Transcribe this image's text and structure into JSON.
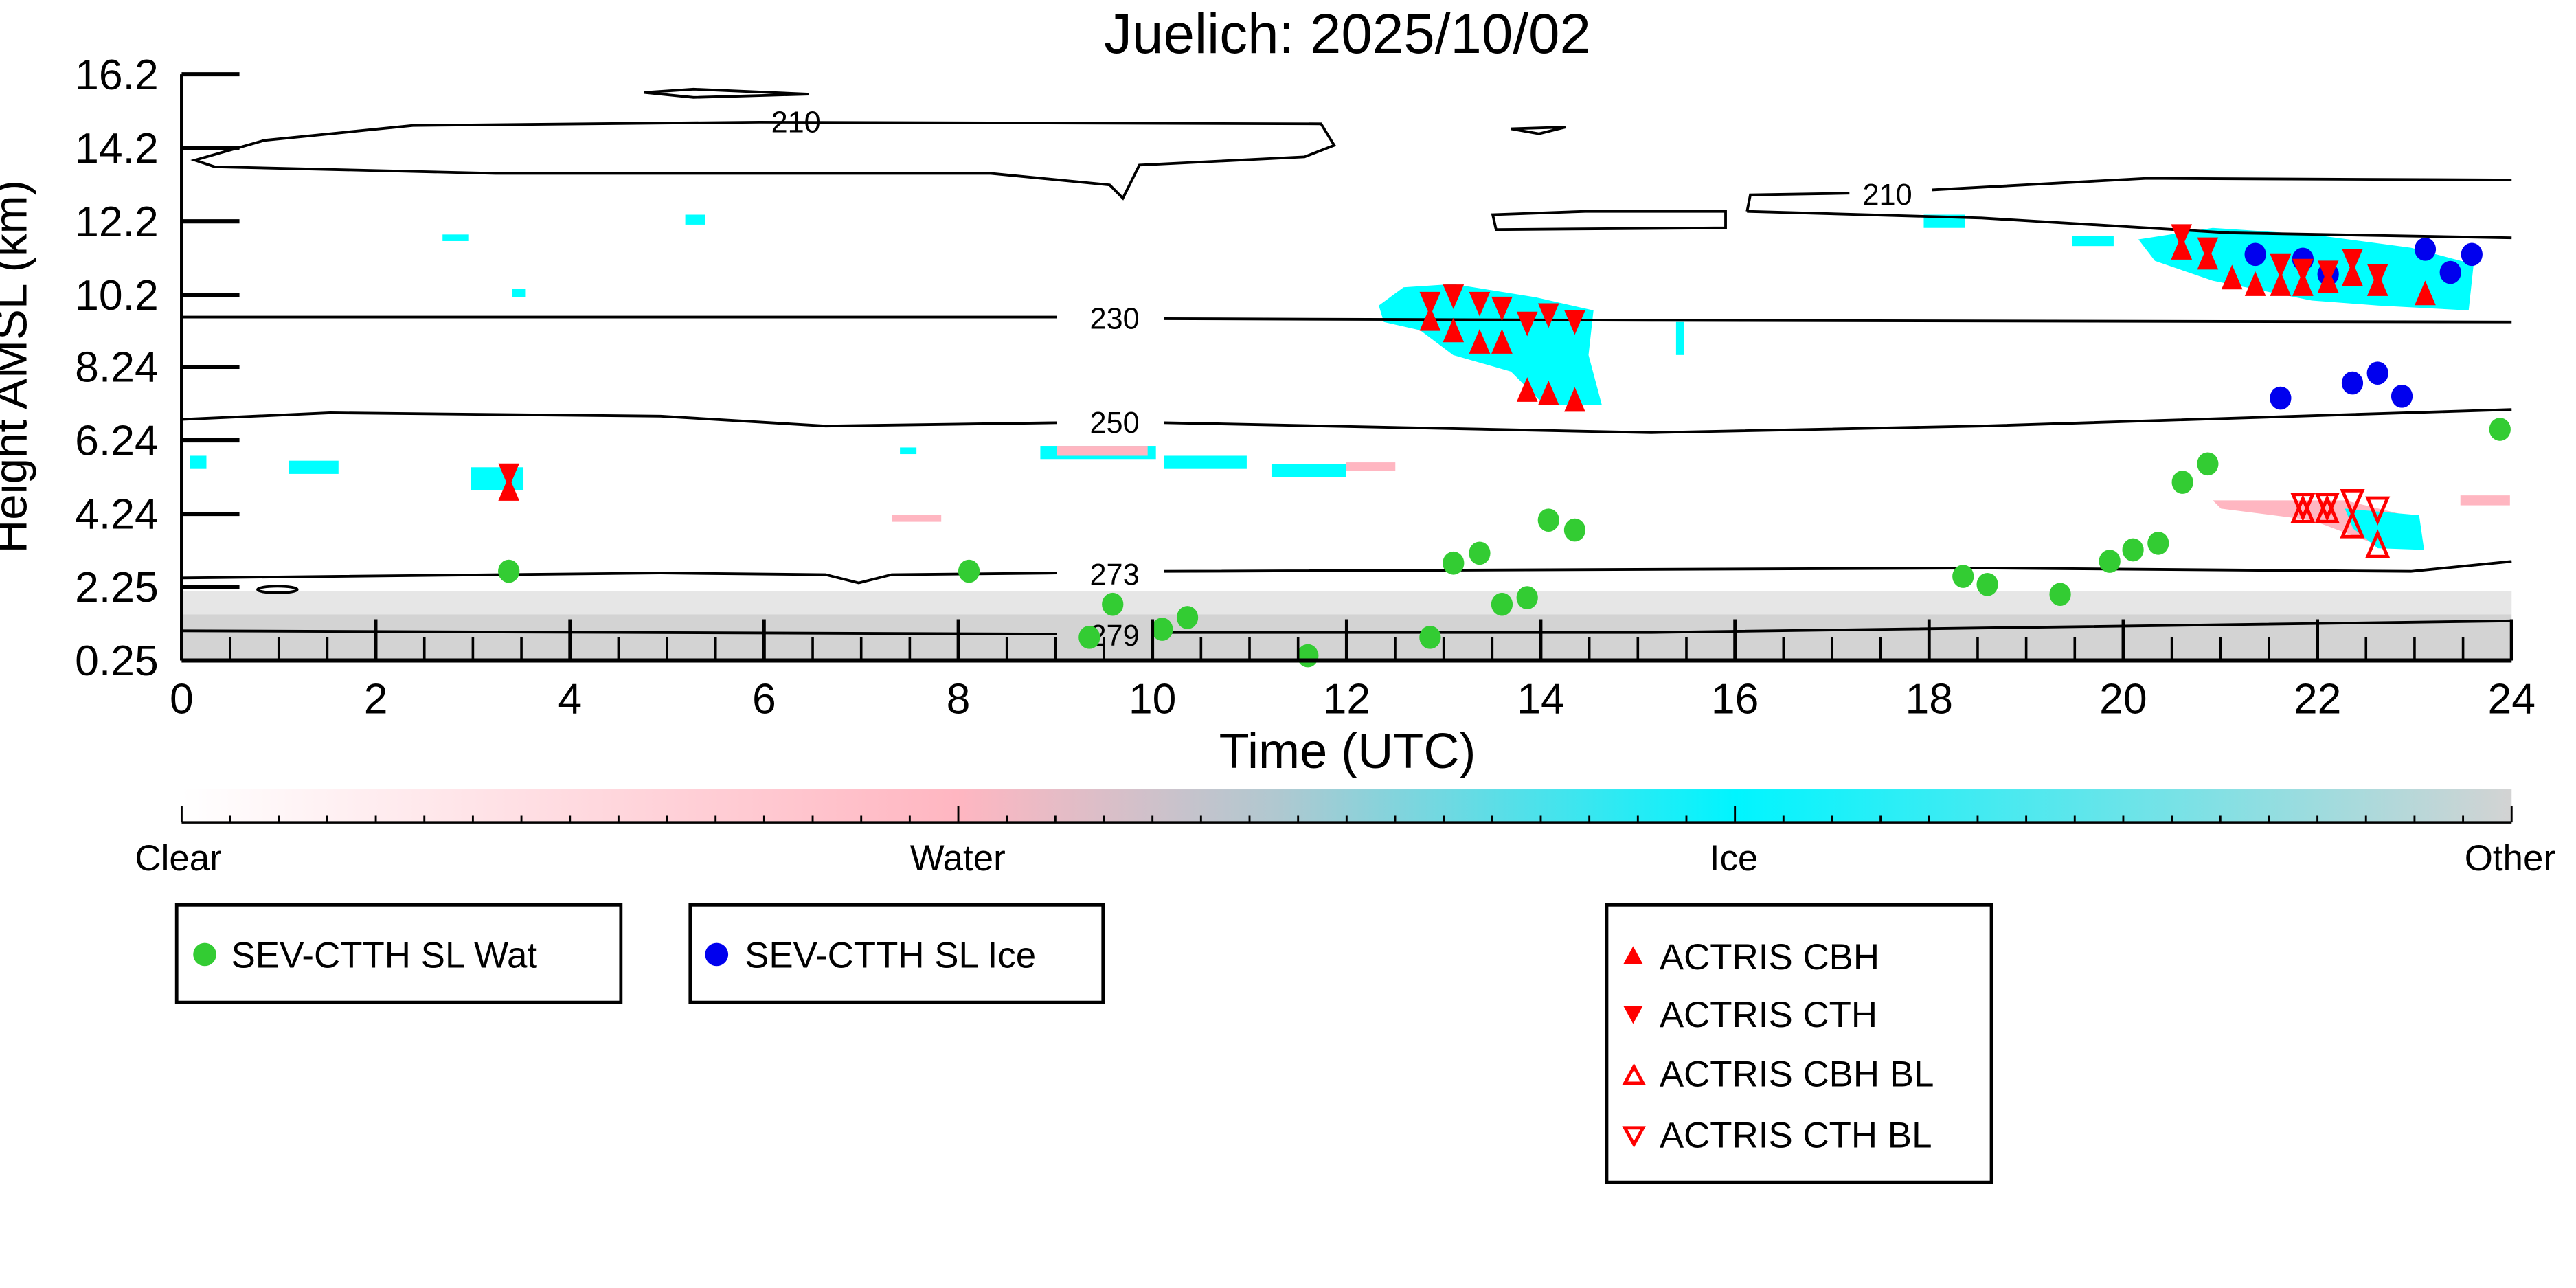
{
  "chart_data": {
    "type": "scatter",
    "title": "Juelich: 2025/10/02",
    "xlabel": "Time (UTC)",
    "ylabel": "Height AMSL (km)",
    "xlim": [
      0,
      24
    ],
    "ylim": [
      0.25,
      16.2
    ],
    "xticks": [
      "0",
      "2",
      "4",
      "6",
      "8",
      "10",
      "12",
      "14",
      "16",
      "18",
      "20",
      "22",
      "24"
    ],
    "yticks": [
      "0.25",
      "2.25",
      "4.24",
      "6.24",
      "8.24",
      "10.2",
      "12.2",
      "14.2",
      "16.2"
    ],
    "contour_labels": [
      "210",
      "210",
      "230",
      "250",
      "273",
      "279"
    ],
    "colorbar": {
      "labels": [
        "Clear",
        "Water",
        "Ice",
        "Other"
      ],
      "colors": [
        "#ffffff",
        "#ffb6c1",
        "#00ffff",
        "#d3d3d3"
      ]
    },
    "series": [
      {
        "name": "SEV-CTTH SL Wat",
        "marker": "circle",
        "color": "#33cc33",
        "x": [
          3.37,
          8.11,
          9.35,
          9.59,
          10.1,
          10.36,
          11.6,
          12.86,
          13.1,
          13.37,
          13.6,
          13.86,
          14.08,
          14.35,
          18.35,
          18.6,
          19.35,
          19.86,
          20.1,
          20.36,
          20.61,
          20.87,
          23.88
        ],
        "y": [
          2.68,
          2.68,
          0.88,
          1.78,
          1.1,
          1.42,
          0.38,
          0.88,
          2.9,
          3.17,
          1.78,
          1.96,
          4.07,
          3.8,
          2.54,
          2.32,
          2.05,
          2.95,
          3.26,
          3.44,
          5.1,
          5.6,
          6.54
        ]
      },
      {
        "name": "SEV-CTTH SL Ice",
        "marker": "circle",
        "color": "#0000ee",
        "x": [
          21.36,
          21.85,
          21.62,
          22.11,
          22.36,
          22.62,
          22.87,
          23.11,
          23.37,
          23.59
        ],
        "y": [
          11.3,
          11.17,
          7.39,
          10.76,
          7.8,
          8.07,
          7.44,
          11.44,
          10.81,
          11.3
        ]
      },
      {
        "name": "ACTRIS CBH",
        "marker": "triangle-up-filled",
        "color": "#ff0000",
        "x": [
          3.37,
          12.86,
          13.1,
          13.37,
          13.6,
          13.86,
          14.08,
          14.35,
          20.6,
          20.87,
          21.12,
          21.36,
          21.62,
          21.85,
          22.11,
          22.36,
          22.62,
          23.11
        ],
        "y": [
          4.88,
          9.5,
          9.19,
          8.88,
          8.88,
          7.57,
          7.48,
          7.3,
          11.44,
          11.17,
          10.63,
          10.45,
          10.45,
          10.45,
          10.54,
          10.72,
          10.45,
          10.2
        ]
      },
      {
        "name": "ACTRIS CTH",
        "marker": "triangle-down-filled",
        "color": "#ff0000",
        "x": [
          3.37,
          12.86,
          13.1,
          13.37,
          13.6,
          13.86,
          14.08,
          14.35,
          20.6,
          20.87,
          21.62,
          21.85,
          22.11,
          22.36,
          22.62
        ],
        "y": [
          5.33,
          10.0,
          10.2,
          10.0,
          9.87,
          9.46,
          9.69,
          9.5,
          11.84,
          11.48,
          11.03,
          10.9,
          10.85,
          11.17,
          10.76
        ]
      },
      {
        "name": "ACTRIS CBH BL",
        "marker": "triangle-up-open",
        "color": "#ff0000",
        "x": [
          21.85,
          22.1,
          22.36,
          22.62
        ],
        "y": [
          4.3,
          4.3,
          3.89,
          3.35
        ]
      },
      {
        "name": "ACTRIS CTH BL",
        "marker": "triangle-down-open",
        "color": "#ff0000",
        "x": [
          21.85,
          22.1,
          22.36,
          22.62
        ],
        "y": [
          4.5,
          4.5,
          4.6,
          4.4
        ]
      }
    ]
  }
}
